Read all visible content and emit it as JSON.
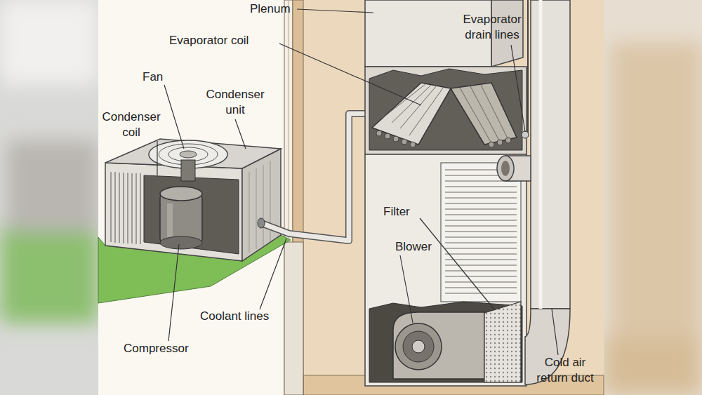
{
  "diagram": {
    "labels": [
      "Plenum",
      "Evaporator coil",
      "Evaporator drain lines",
      "Fan",
      "Condenser unit",
      "Condenser coil",
      "Filter",
      "Blower",
      "Coolant lines",
      "Compressor",
      "Cold air return duct"
    ]
  }
}
